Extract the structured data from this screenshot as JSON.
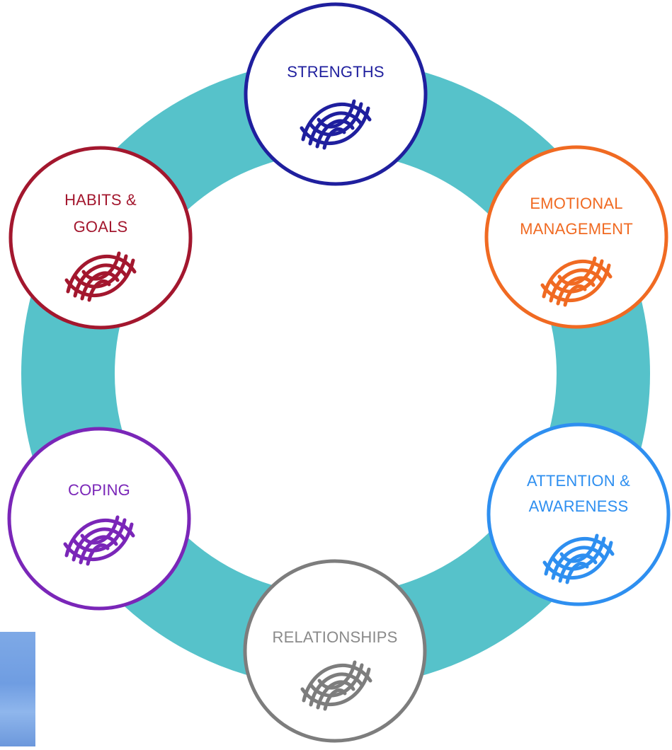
{
  "nodes": [
    {
      "id": "strengths",
      "lines": [
        "STRENGTHS"
      ],
      "color": "#1f1f9e"
    },
    {
      "id": "emotional",
      "lines": [
        "EMOTIONAL",
        "MANAGEMENT"
      ],
      "color": "#f06a22"
    },
    {
      "id": "attention",
      "lines": [
        "ATTENTION &",
        "AWARENESS"
      ],
      "color": "#2e8ff0"
    },
    {
      "id": "relationships",
      "lines": [
        "RELATIONSHIPS"
      ],
      "color": "#7d7d7d"
    },
    {
      "id": "coping",
      "lines": [
        "COPING"
      ],
      "color": "#7a26b8"
    },
    {
      "id": "habits",
      "lines": [
        "HABITS &",
        "GOALS"
      ],
      "color": "#a3172e"
    }
  ],
  "colors": {
    "ring": "#56c2ca",
    "node_fill": "#ffffff",
    "photo": "#7aa6e6"
  },
  "icon": "fingerprint-swirl-icon"
}
